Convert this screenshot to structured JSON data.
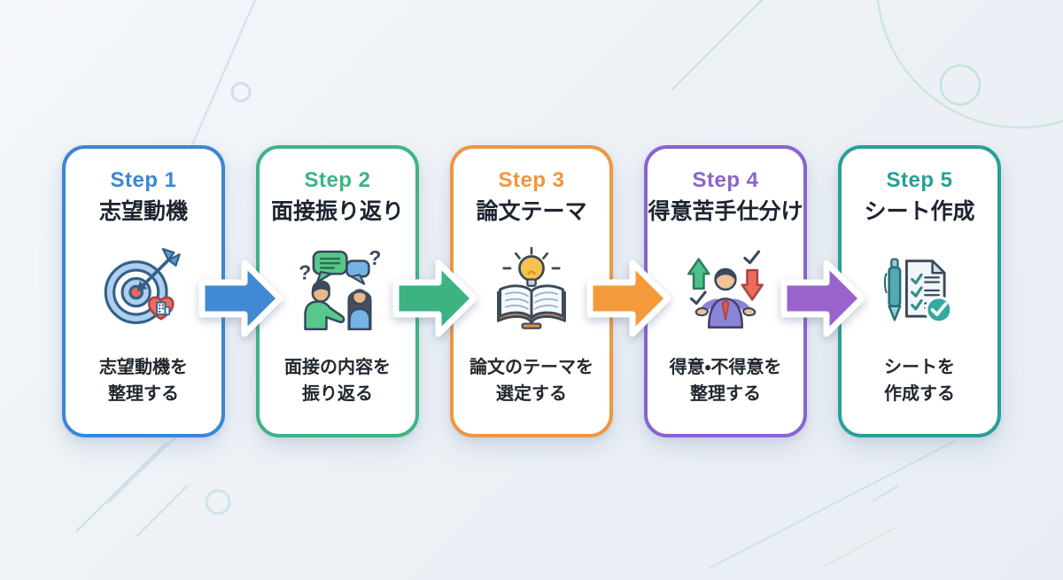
{
  "diagram": {
    "type": "process-flow",
    "step_count": 5,
    "background_base_color": "#eef2f7",
    "card_background": "#ffffff",
    "title_text_color": "#1d2430",
    "description_text_color": "#22282f"
  },
  "steps": [
    {
      "label": "Step 1",
      "title": "志望動機",
      "description_line1": "志望動機を",
      "description_line2": "整理する",
      "accent_color": "#3b87d3",
      "icon": "target-heart-icon"
    },
    {
      "label": "Step 2",
      "title": "面接振り返り",
      "description_line1": "面接の内容を",
      "description_line2": "振り返る",
      "accent_color": "#3fb384",
      "icon": "interview-conversation-icon"
    },
    {
      "label": "Step 3",
      "title": "論文テーマ",
      "description_line1": "論文のテーマを",
      "description_line2": "選定する",
      "accent_color": "#ef9640",
      "icon": "book-lightbulb-icon"
    },
    {
      "label": "Step 4",
      "title": "得意苦手仕分け",
      "description_line1": "得意・不得意を",
      "description_line2": "整理する",
      "accent_color": "#8a63cf",
      "icon": "person-sort-arrows-icon"
    },
    {
      "label": "Step 5",
      "title": "シート作成",
      "description_line1": "シートを",
      "description_line2": "作成する",
      "accent_color": "#27a099",
      "icon": "pen-checklist-icon"
    }
  ],
  "arrows": [
    {
      "color": "#4289d5",
      "direction": "right"
    },
    {
      "color": "#3db384",
      "direction": "right"
    },
    {
      "color": "#f49a3d",
      "direction": "right"
    },
    {
      "color": "#9a63cc",
      "direction": "right"
    }
  ],
  "decorations": {
    "line_blue": "#d7e3f0",
    "line_teal": "#cbe5e0",
    "circle_teal": "#c4e2dc",
    "circle_blue": "#d3e2ef"
  }
}
